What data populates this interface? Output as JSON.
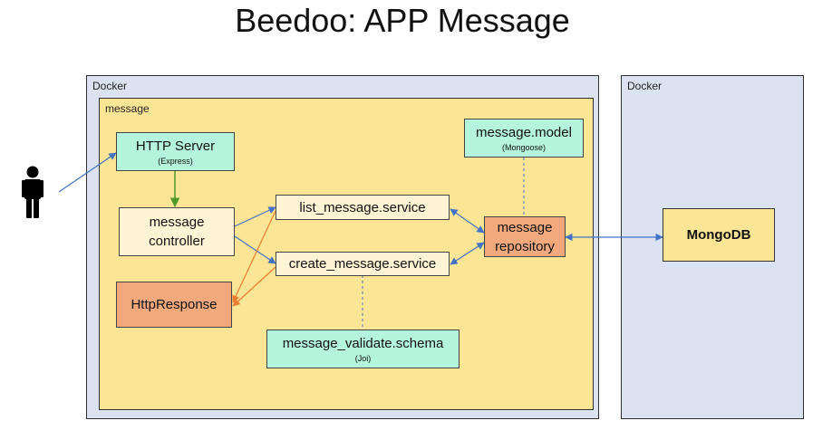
{
  "title": "Beedoo: APP Message",
  "containers": {
    "docker_left": "Docker",
    "docker_right": "Docker",
    "message": "message"
  },
  "nodes": {
    "http_server": {
      "label": "HTTP Server",
      "sub": "(Express)"
    },
    "message_controller": {
      "label_line1": "message",
      "label_line2": "controller"
    },
    "http_response": {
      "label": "HttpResponse"
    },
    "list_service": {
      "label": "list_message.service"
    },
    "create_service": {
      "label": "create_message.service"
    },
    "validate_schema": {
      "label": "message_validate.schema",
      "sub": "(Joi)"
    },
    "message_model": {
      "label": "message.model",
      "sub": "(Mongoose)"
    },
    "message_repository": {
      "label_line1": "message",
      "label_line2": "repository"
    },
    "mongodb": {
      "label": "MongoDB"
    }
  },
  "actor": {
    "icon": "person-icon"
  },
  "colors": {
    "arrow_blue": "#4472c4",
    "arrow_green": "#4f9a2a",
    "arrow_orange": "#ed7d31",
    "docker_fill": "#dbe3f2",
    "message_fill": "#fde596",
    "mint": "#b5f5de",
    "cream": "#fff4d4",
    "salmon": "#f3a97b"
  }
}
